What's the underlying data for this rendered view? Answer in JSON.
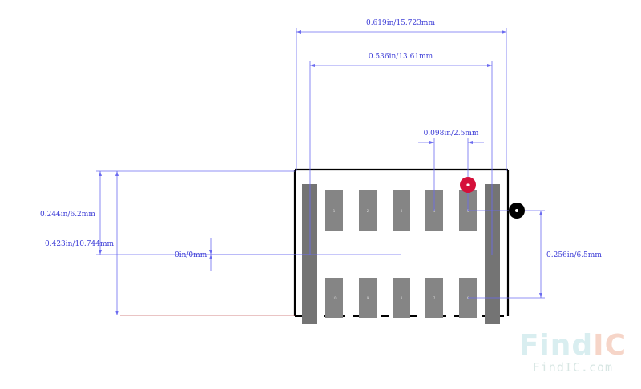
{
  "dimensions": {
    "overall_width": "0.619in/15.723mm",
    "pad_span": "0.536in/13.61mm",
    "pitch": "0.098in/2.5mm",
    "row_height": "0.244in/6.2mm",
    "body_height": "0.423in/10.744mm",
    "origin": "0in/0mm",
    "row_spacing": "0.256in/6.5mm"
  },
  "pads": {
    "top_row": [
      "1",
      "2",
      "3",
      "4",
      "5"
    ],
    "bottom_row": [
      "10",
      "9",
      "8",
      "7",
      "6"
    ]
  },
  "logo": {
    "main_find": "Find",
    "main_ic": "IC",
    "sub": "FindIC.com"
  },
  "colors": {
    "outline": "#000000",
    "pad": "#858585",
    "mounting_pad": "#747474",
    "dimension": "#6b6bf0",
    "pin1_marker": "#d5103a",
    "origin_marker": "#000000",
    "logo_find": "#d9eef0",
    "logo_ic": "#f6d5c8"
  }
}
